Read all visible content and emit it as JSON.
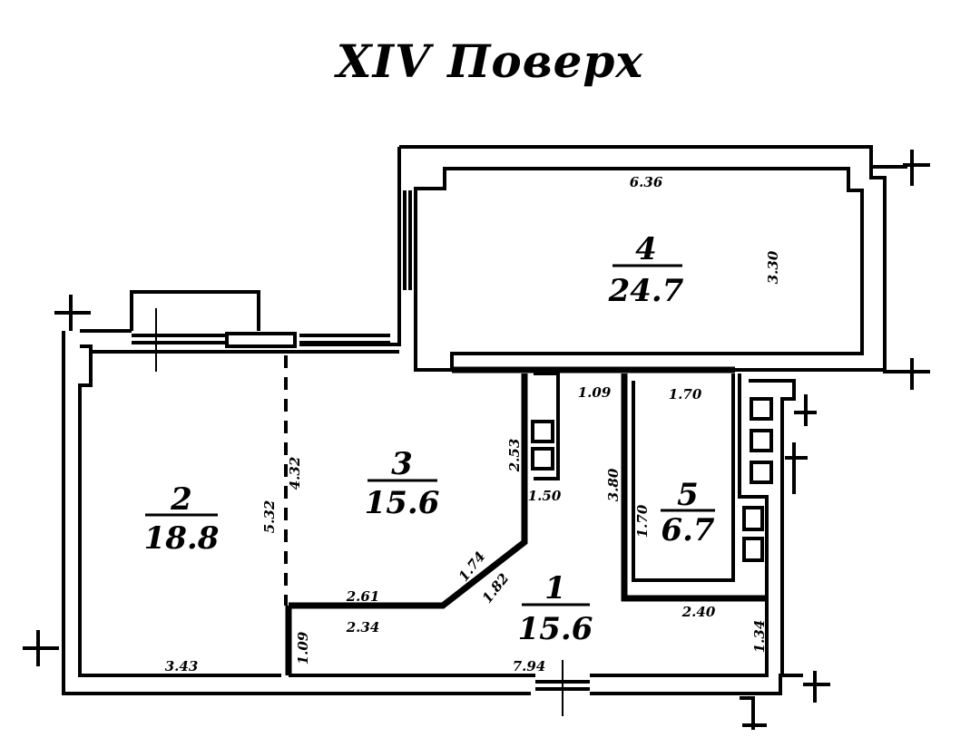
{
  "title": "XIV Поверх",
  "rooms": [
    {
      "number": "1",
      "area": "15.6"
    },
    {
      "number": "2",
      "area": "18.8"
    },
    {
      "number": "3",
      "area": "15.6"
    },
    {
      "number": "4",
      "area": "24.7"
    },
    {
      "number": "5",
      "area": "6.7"
    }
  ],
  "dimensions": {
    "d_636": "6.36",
    "d_330": "3.30",
    "d_109_top": "1.09",
    "d_170": "1.70",
    "d_253": "2.53",
    "d_150": "1.50",
    "d_380": "3.80",
    "d_170_v": "1.70",
    "d_532": "5.32",
    "d_432": "4.32",
    "d_174": "1.74",
    "d_182": "1.82",
    "d_261": "2.61",
    "d_234": "2.34",
    "d_240": "2.40",
    "d_134": "1.34",
    "d_109_bottom": "1.09",
    "d_343": "3.43",
    "d_794": "7.94"
  }
}
